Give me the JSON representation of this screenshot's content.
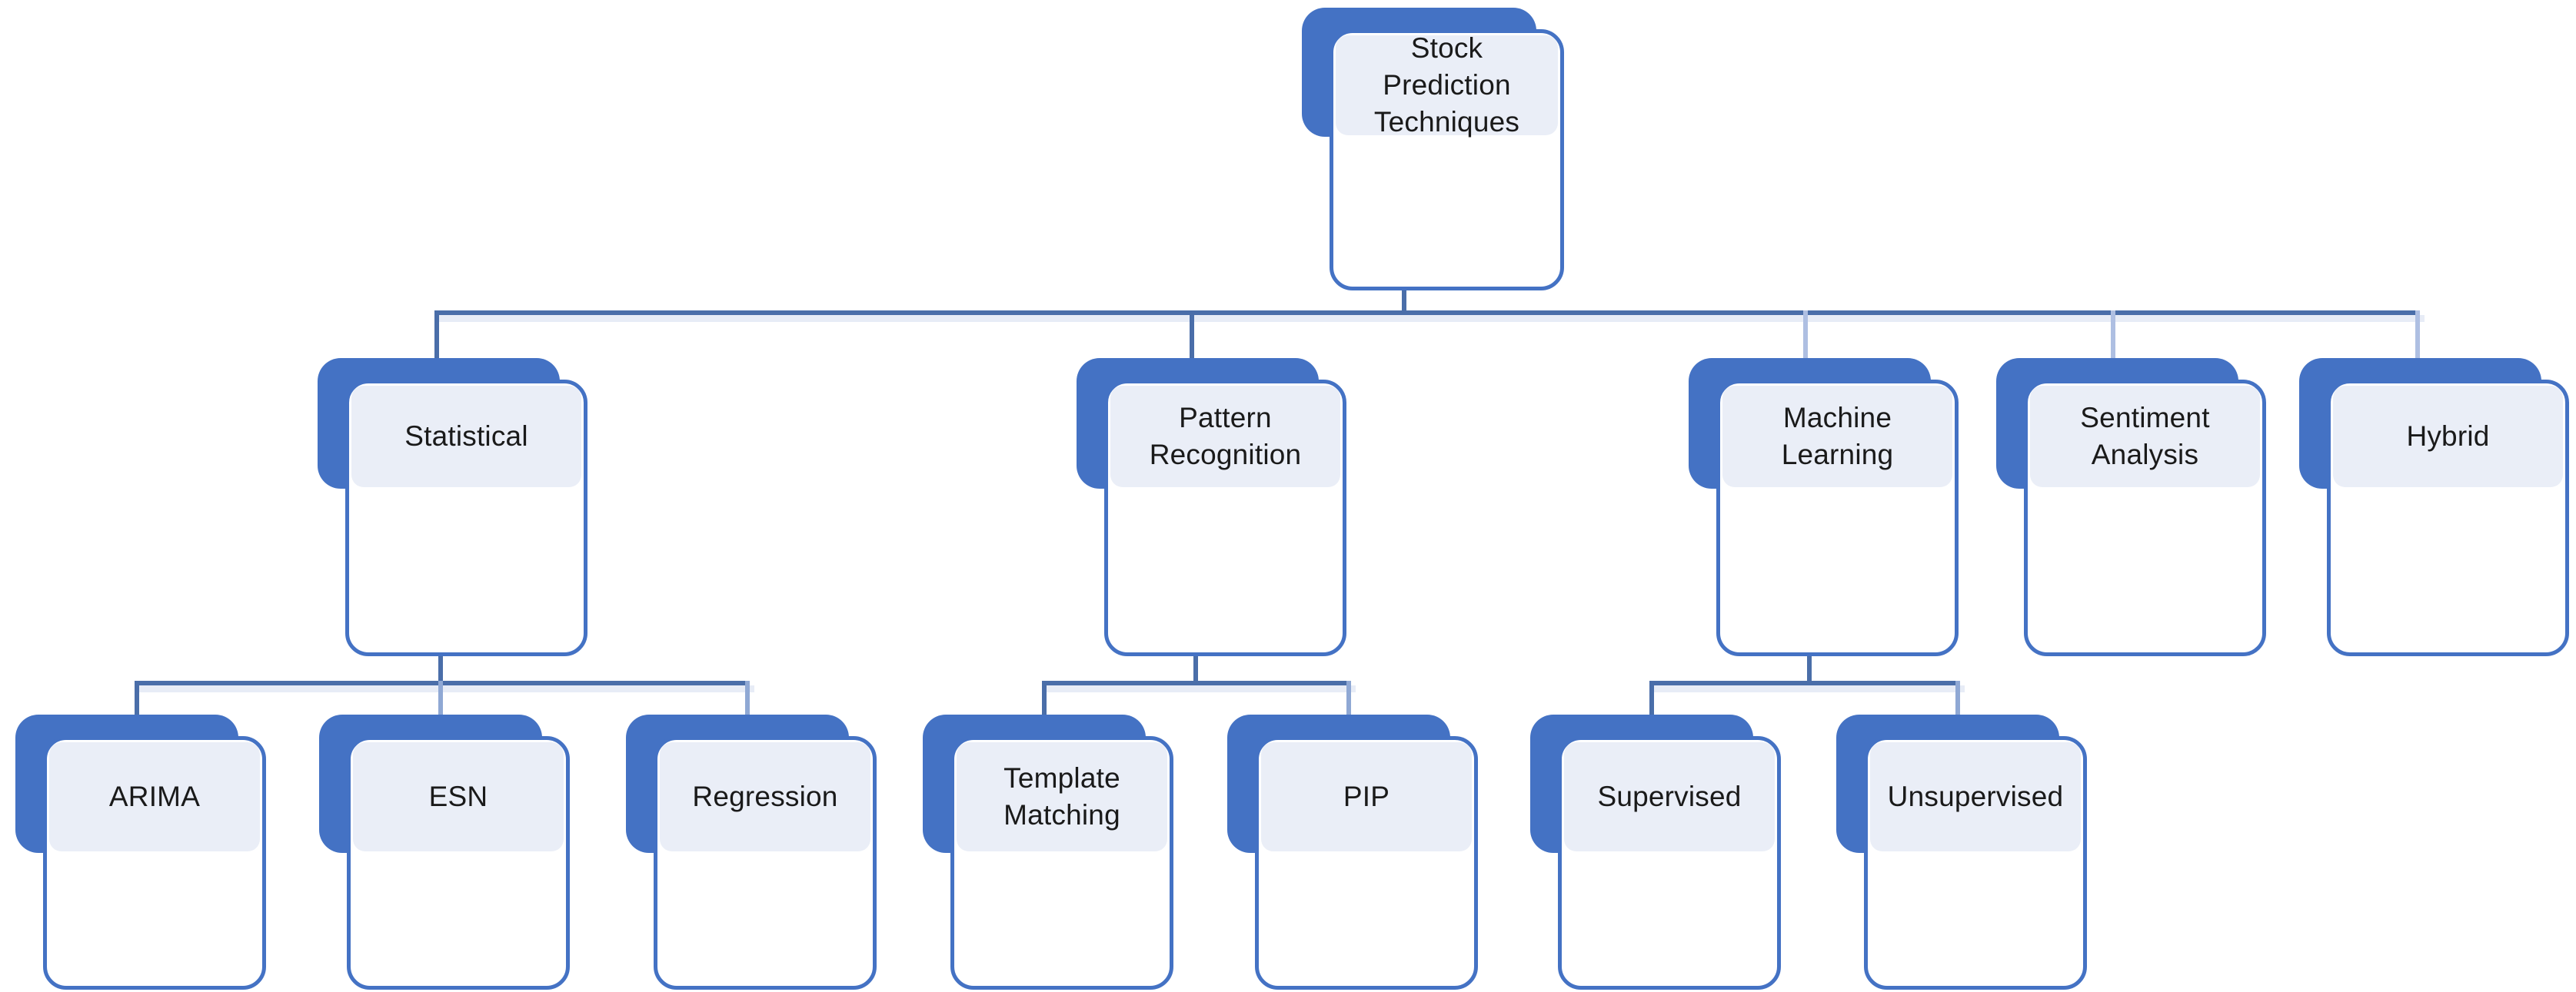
{
  "diagram": {
    "type": "tree",
    "title": "Stock Prediction Techniques",
    "levels": 3,
    "colors": {
      "node_border": "#4472c4",
      "node_shadow": "#4472c4",
      "node_inner_fill": "#eaeef7",
      "node_card_fill": "#ffffff",
      "connector": "#4a6ea9",
      "connector_shadow": "#e7ecf6",
      "text": "#1a1a1a",
      "background": "#ffffff"
    },
    "root": {
      "id": "stock-prediction-techniques",
      "label": "Stock\nPrediction\nTechniques"
    },
    "level2": [
      {
        "id": "statistical",
        "label": "Statistical"
      },
      {
        "id": "pattern-recognition",
        "label": "Pattern\nRecognition"
      },
      {
        "id": "machine-learning",
        "label": "Machine\nLearning"
      },
      {
        "id": "sentiment-analysis",
        "label": "Sentiment\nAnalysis"
      },
      {
        "id": "hybrid",
        "label": "Hybrid"
      }
    ],
    "level3": [
      {
        "id": "arima",
        "label": "ARIMA",
        "parent": "statistical"
      },
      {
        "id": "esn",
        "label": "ESN",
        "parent": "statistical"
      },
      {
        "id": "regression",
        "label": "Regression",
        "parent": "statistical"
      },
      {
        "id": "template-matching",
        "label": "Template\nMatching",
        "parent": "pattern-recognition"
      },
      {
        "id": "pip",
        "label": "PIP",
        "parent": "pattern-recognition"
      },
      {
        "id": "supervised",
        "label": "Supervised",
        "parent": "machine-learning"
      },
      {
        "id": "unsupervised",
        "label": "Unsupervised",
        "parent": "machine-learning"
      }
    ],
    "edges": [
      {
        "from": "stock-prediction-techniques",
        "to": "statistical"
      },
      {
        "from": "stock-prediction-techniques",
        "to": "pattern-recognition"
      },
      {
        "from": "stock-prediction-techniques",
        "to": "machine-learning"
      },
      {
        "from": "stock-prediction-techniques",
        "to": "sentiment-analysis"
      },
      {
        "from": "stock-prediction-techniques",
        "to": "hybrid"
      },
      {
        "from": "statistical",
        "to": "arima"
      },
      {
        "from": "statistical",
        "to": "esn"
      },
      {
        "from": "statistical",
        "to": "regression"
      },
      {
        "from": "pattern-recognition",
        "to": "template-matching"
      },
      {
        "from": "pattern-recognition",
        "to": "pip"
      },
      {
        "from": "machine-learning",
        "to": "supervised"
      },
      {
        "from": "machine-learning",
        "to": "unsupervised"
      }
    ]
  }
}
